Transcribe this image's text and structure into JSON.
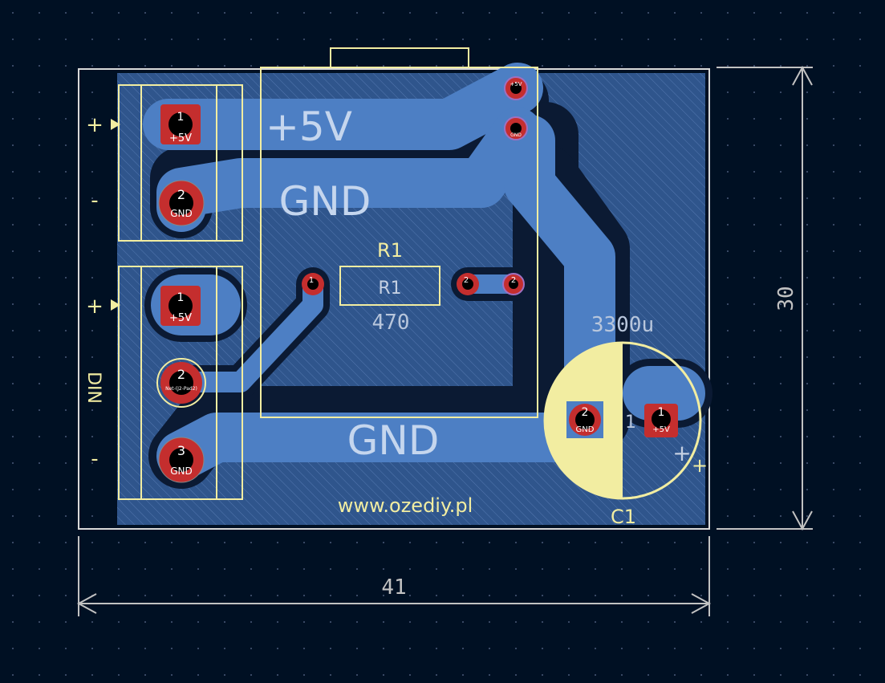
{
  "colors": {
    "background": "#001023",
    "copper": "#4d7fc4",
    "copper_dark": "#3a5f99",
    "clearance": "#0a1a33",
    "silk": "#f2eda1",
    "dimension": "#c2c2c2",
    "pad": "#c42e2e",
    "drill": "#000000",
    "fab": "#9bb0cc"
  },
  "labels": {
    "net_5v_big": "+5V",
    "net_gnd_top": "GND",
    "net_gnd_bottom": "GND",
    "r1_ref_silk": "R1",
    "r1_ref_fab": "R1",
    "r1_value": "470",
    "c1_value": "3300u",
    "c1_ref": "C1",
    "c1_pin1_mark": "1",
    "website": "www.ozediy.pl",
    "dim_width": "41",
    "dim_height": "30",
    "conn1_plus": "+",
    "conn1_minus": "-",
    "conn2_plus": "+",
    "conn2_minus": "-",
    "conn2_din": "DIN",
    "c1_plus_mark": "+"
  },
  "pads": {
    "j1_p1_num": "1",
    "j1_p1_net": "+5V",
    "j1_p2_num": "2",
    "j1_p2_net": "GND",
    "j2_p1_num": "1",
    "j2_p1_net": "+5V",
    "j2_p2_num": "2",
    "j2_p2_net": "Net-(J2-Pad2)",
    "j2_p3_num": "3",
    "j2_p3_net": "GND",
    "c1_p1_num": "1",
    "c1_p1_net": "+5V",
    "c1_p2_num": "2",
    "c1_p2_net": "GND",
    "r1_p1_num": "1",
    "r1_p2_num": "2",
    "j3_p1_num": "2",
    "j3_p2_num": "2",
    "top_via1_net": "+5V",
    "top_via2_net": "GND"
  }
}
